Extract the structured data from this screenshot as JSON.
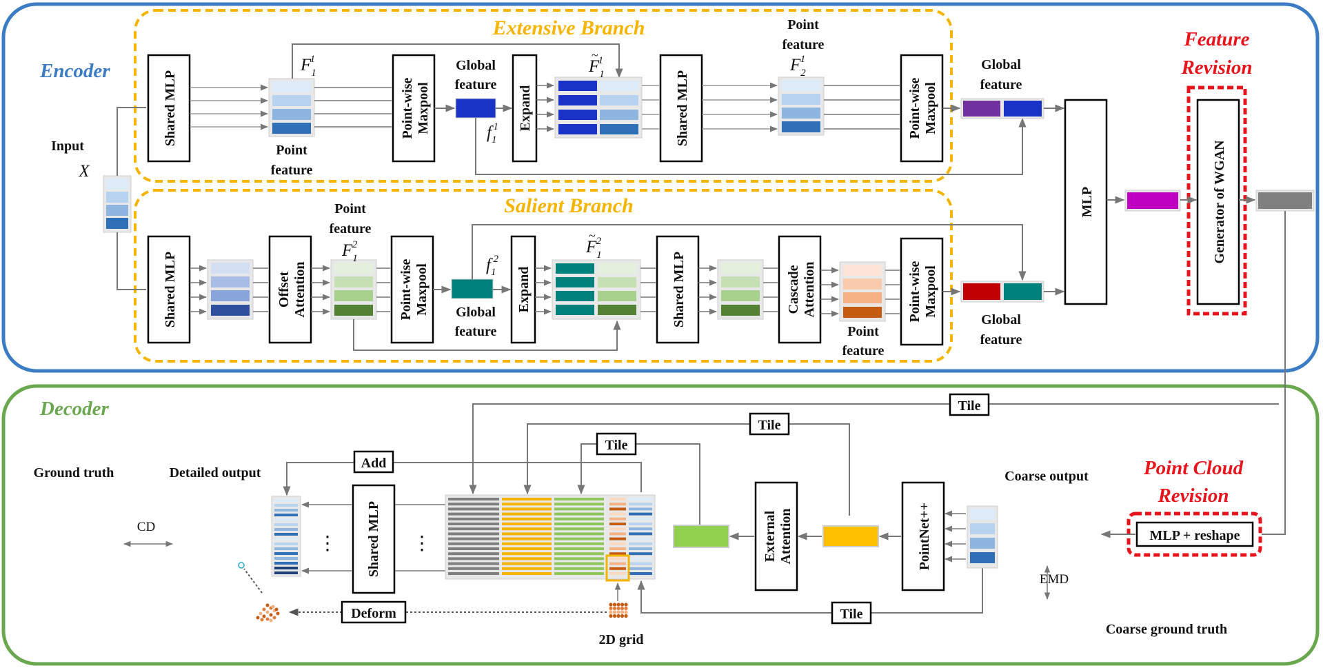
{
  "colors": {
    "encoder": "#3b7cc4",
    "decoder": "#6aa84f",
    "branch": "#f4b400",
    "revision": "#e8141b"
  },
  "encoder": {
    "title": "Encoder",
    "input_label": "Input",
    "input_symbol": "X",
    "revision_title_1": "Feature",
    "revision_title_2": "Revision",
    "mlp": "MLP",
    "generator": "Generator of WGAN",
    "extensive": {
      "title": "Extensive Branch",
      "shared_mlp_1": "Shared MLP",
      "f_sym": "F",
      "sup_1": "1",
      "sub_1": "1",
      "sub_2": "2",
      "point_feature_1": "Point",
      "point_feature_2": "feature",
      "maxpool_1": "Point-wise",
      "maxpool_2": "Maxpool",
      "global_feature_1": "Global",
      "global_feature_2": "feature",
      "f_lower": "f",
      "expand": "Expand",
      "shared_mlp_2": "Shared MLP",
      "global_out_1": "Global",
      "global_out_2": "feature"
    },
    "salient": {
      "title": "Salient Branch",
      "shared_mlp_1": "Shared MLP",
      "offset_1": "Offset",
      "offset_2": "Attention",
      "sup_2": "2",
      "point_feature_1": "Point",
      "point_feature_2": "feature",
      "maxpool_1": "Point-wise",
      "maxpool_2": "Maxpool",
      "global_feature_1": "Global",
      "global_feature_2": "feature",
      "expand": "Expand",
      "shared_mlp_2": "Shared MLP",
      "cascade_1": "Cascade",
      "cascade_2": "Attention",
      "point_out_1": "Point",
      "point_out_2": "feature",
      "maxpool2_1": "Point-wise",
      "maxpool2_2": "Maxpool",
      "global_out_1": "Global",
      "global_out_2": "feature"
    }
  },
  "decoder": {
    "title": "Decoder",
    "ground_truth": "Ground truth",
    "detailed_output": "Detailed output",
    "cd": "CD",
    "add": "Add",
    "shared_mlp": "Shared MLP",
    "dots": "⋮",
    "deform": "Deform",
    "grid": "2D grid",
    "tile": "Tile",
    "external_1": "External",
    "external_2": "Attention",
    "pointnet": "PointNet++",
    "coarse_output": "Coarse output",
    "emd": "EMD",
    "coarse_gt": "Coarse ground truth",
    "revision_1": "Point Cloud",
    "revision_2": "Revision",
    "mlp_reshape": "MLP + reshape"
  }
}
